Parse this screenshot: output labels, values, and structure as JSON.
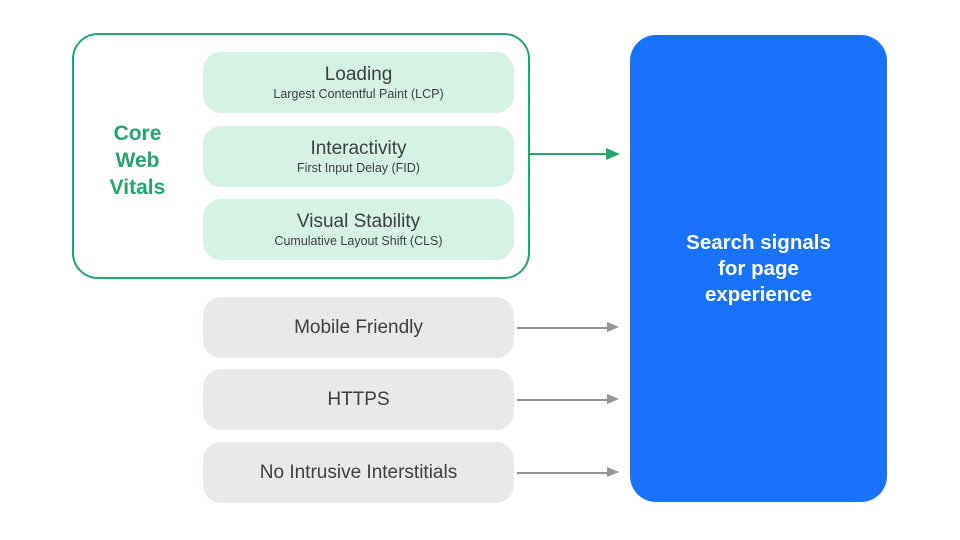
{
  "colors": {
    "accent_green": "#25A46E",
    "mint_fill": "#D5F3E4",
    "blue_panel": "#1973FA",
    "gray_fill": "#E8E9EB",
    "text_dark": "#3C4043",
    "arrow_gray": "#8F959B"
  },
  "core_web_vitals": {
    "label": "Core\nWeb\nVitals",
    "vitals": [
      {
        "title": "Loading",
        "subtitle": "Largest Contentful Paint (LCP)"
      },
      {
        "title": "Interactivity",
        "subtitle": "First Input Delay (FID)"
      },
      {
        "title": "Visual Stability",
        "subtitle": "Cumulative Layout Shift (CLS)"
      }
    ]
  },
  "other_signals": [
    "Mobile Friendly",
    "HTTPS",
    "No Intrusive Interstitials"
  ],
  "target_panel": {
    "label": "Search signals\nfor page\nexperience"
  }
}
